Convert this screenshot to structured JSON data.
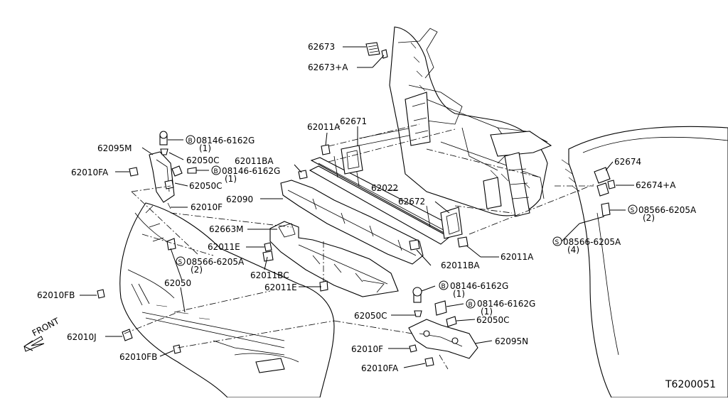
{
  "diagram_code": "T6200051",
  "front_arrow_label": "FRONT",
  "callouts": [
    {
      "id": "c-62673",
      "text": "62673"
    },
    {
      "id": "c-62673A",
      "text": "62673+A"
    },
    {
      "id": "c-62671",
      "text": "62671"
    },
    {
      "id": "c-62011A-top",
      "text": "62011A"
    },
    {
      "id": "c-62011BA-top",
      "text": "62011BA"
    },
    {
      "id": "c-62022",
      "text": "62022"
    },
    {
      "id": "c-62672",
      "text": "62672"
    },
    {
      "id": "c-62090",
      "text": "62090"
    },
    {
      "id": "c-62663M",
      "text": "62663M"
    },
    {
      "id": "c-62011E-1",
      "text": "62011E"
    },
    {
      "id": "c-62011BC",
      "text": "62011BC"
    },
    {
      "id": "c-62011E-2",
      "text": "62011E"
    },
    {
      "id": "c-62011BA-bot",
      "text": "62011BA"
    },
    {
      "id": "c-62011A-bot",
      "text": "62011A"
    },
    {
      "id": "c-62674",
      "text": "62674"
    },
    {
      "id": "c-62674A",
      "text": "62674+A"
    },
    {
      "id": "c-08566-r",
      "text": "08566-6205A"
    },
    {
      "id": "c-08566-r-qty",
      "text": "(2)"
    },
    {
      "id": "c-08566-b",
      "text": "08566-6205A"
    },
    {
      "id": "c-08566-b-qty",
      "text": "(4)"
    },
    {
      "id": "c-62095M",
      "text": "62095M"
    },
    {
      "id": "c-08146-l1",
      "text": "08146-6162G"
    },
    {
      "id": "c-08146-l1-qty",
      "text": "(1)"
    },
    {
      "id": "c-62050C-l1",
      "text": "62050C"
    },
    {
      "id": "c-62010FA-l",
      "text": "62010FA"
    },
    {
      "id": "c-08146-l2",
      "text": "08146-6162G"
    },
    {
      "id": "c-08146-l2-qty",
      "text": "(1)"
    },
    {
      "id": "c-62050C-l2",
      "text": "62050C"
    },
    {
      "id": "c-62010F-l",
      "text": "62010F"
    },
    {
      "id": "c-08566-l",
      "text": "08566-6205A"
    },
    {
      "id": "c-08566-l-qty",
      "text": "(2)"
    },
    {
      "id": "c-62050",
      "text": "62050"
    },
    {
      "id": "c-62010FB-1",
      "text": "62010FB"
    },
    {
      "id": "c-62010J",
      "text": "62010J"
    },
    {
      "id": "c-62010FB-2",
      "text": "62010FB"
    },
    {
      "id": "c-08146-r1",
      "text": "08146-6162G"
    },
    {
      "id": "c-08146-r1-qty",
      "text": "(1)"
    },
    {
      "id": "c-08146-r2",
      "text": "08146-6162G"
    },
    {
      "id": "c-08146-r2-qty",
      "text": "(1)"
    },
    {
      "id": "c-62050C-r1",
      "text": "62050C"
    },
    {
      "id": "c-62050C-r2",
      "text": "62050C"
    },
    {
      "id": "c-62010F-r",
      "text": "62010F"
    },
    {
      "id": "c-62095N",
      "text": "62095N"
    },
    {
      "id": "c-62010FA-r",
      "text": "62010FA"
    }
  ],
  "symbols": {
    "bolt_symbol": "B",
    "screw_symbol": "S"
  }
}
